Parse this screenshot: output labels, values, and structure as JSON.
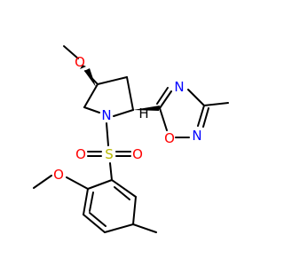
{
  "molecule": {
    "colors": {
      "bond": "#000000",
      "oxygen": "#ff0000",
      "nitrogen": "#0000ff",
      "sulfur": "#b8b800",
      "hydrogen": "#000000"
    },
    "atoms": {
      "ome_top_o": "O",
      "pyrrolidine_n": "N",
      "c2_h": "H",
      "ring_n_top": "N",
      "ring_n_bottom": "N",
      "ring_o": "O",
      "sulfonyl_s": "S",
      "sulfonyl_o_left": "O",
      "sulfonyl_o_right": "O",
      "aryl_ome_o": "O"
    }
  }
}
